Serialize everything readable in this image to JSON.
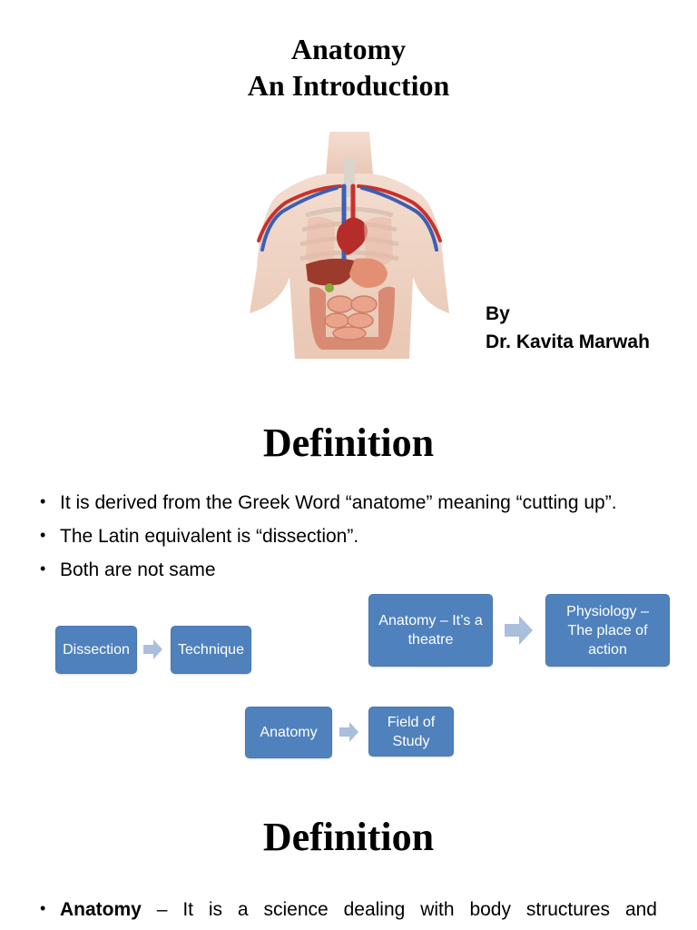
{
  "slide1": {
    "title_line1": "Anatomy",
    "title_line2": "An Introduction",
    "image_alt": "Human torso anatomy illustration",
    "byline_by": "By",
    "byline_author": "Dr. Kavita Marwah"
  },
  "slide2": {
    "heading": "Definition",
    "bullets": [
      "It is derived from the Greek Word “anatome” meaning “cutting up”.",
      "The Latin equivalent is “dissection”.",
      "Both are not same"
    ],
    "flows": [
      {
        "from": "Dissection",
        "to": "Technique"
      },
      {
        "from": "Anatomy – It’s a theatre",
        "to": "Physiology – The place of action"
      },
      {
        "from": "Anatomy",
        "to": "Field of Study"
      }
    ]
  },
  "slide3": {
    "heading": "Definition",
    "bullet_bold": "Anatomy",
    "bullet_rest": " – It is a science dealing with body structures and"
  },
  "colors": {
    "box_fill": "#4f81bd",
    "arrow_fill": "#a9bfdc"
  }
}
